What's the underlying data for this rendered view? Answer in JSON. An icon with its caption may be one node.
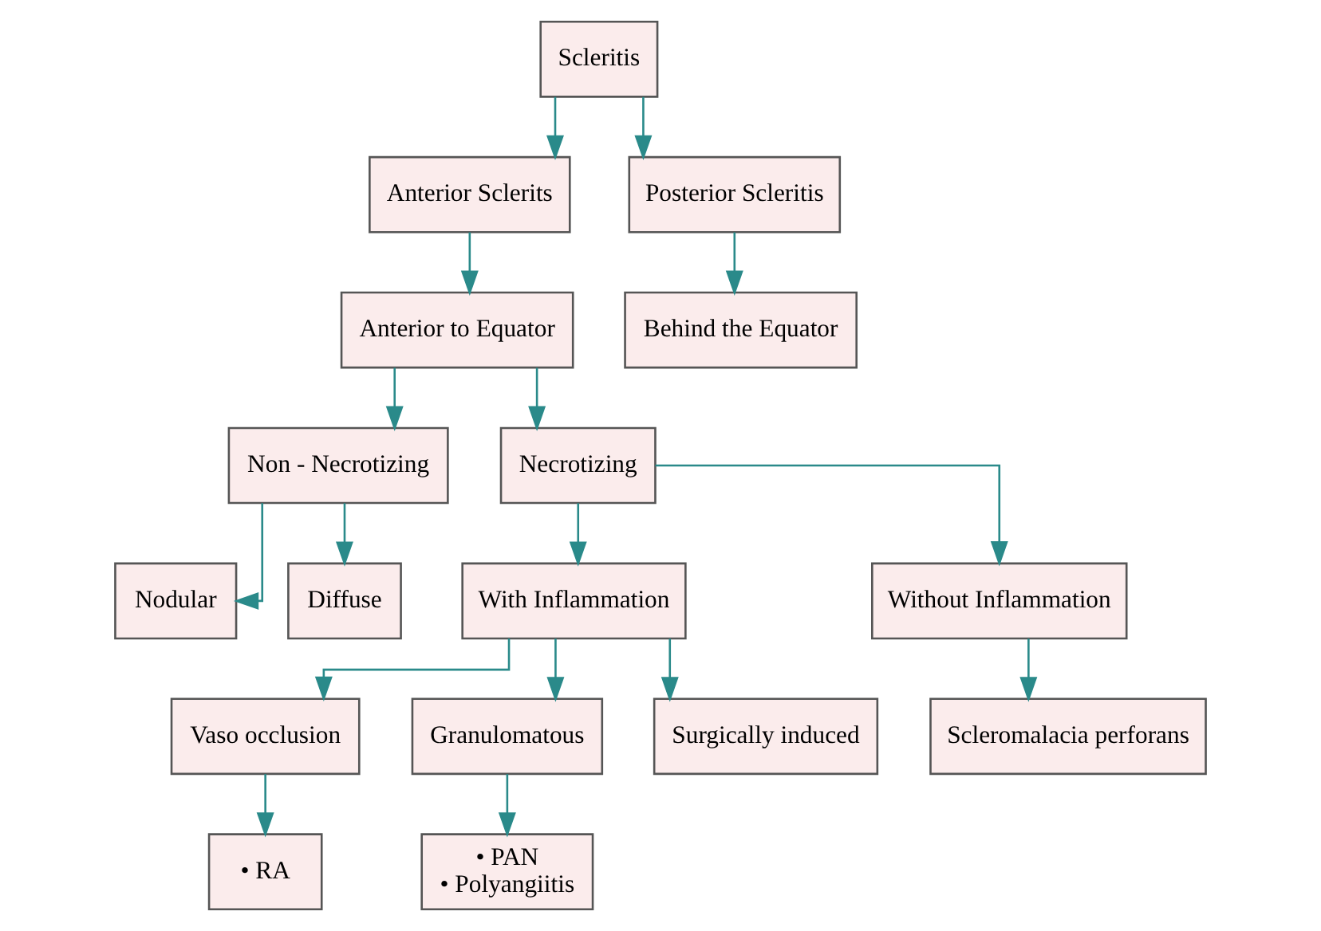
{
  "diagram": {
    "nodes": [
      {
        "text": [
          "Scleritis"
        ]
      },
      {
        "text": [
          "Anterior Sclerits"
        ]
      },
      {
        "text": [
          "Posterior Scleritis"
        ]
      },
      {
        "text": [
          "Anterior to Equator"
        ]
      },
      {
        "text": [
          "Behind the Equator"
        ]
      },
      {
        "text": [
          "Non - Necrotizing"
        ]
      },
      {
        "text": [
          "Necrotizing"
        ]
      },
      {
        "text": [
          "Nodular"
        ]
      },
      {
        "text": [
          "Diffuse"
        ]
      },
      {
        "text": [
          "With Inflammation"
        ]
      },
      {
        "text": [
          "Without Inflammation"
        ]
      },
      {
        "text": [
          "Scleromalacia perforans"
        ]
      },
      {
        "text": [
          "Vaso occlusion"
        ]
      },
      {
        "text": [
          "Granulomatous"
        ]
      },
      {
        "text": [
          "Surgically induced"
        ]
      },
      {
        "text": [
          "• RA"
        ]
      },
      {
        "text": [
          "• PAN",
          "• Polyangiitis"
        ]
      }
    ],
    "edges": [
      {
        "from": 0,
        "to": 1,
        "arrow": "to"
      },
      {
        "from": 0,
        "to": 2,
        "arrow": "to"
      },
      {
        "from": 1,
        "to": 3,
        "arrow": "to"
      },
      {
        "from": 2,
        "to": 4,
        "arrow": "to"
      },
      {
        "from": 3,
        "to": 5,
        "arrow": "to"
      },
      {
        "from": 3,
        "to": 6,
        "arrow": "to"
      },
      {
        "from": 5,
        "to": 7,
        "arrow": "to"
      },
      {
        "from": 5,
        "to": 8,
        "arrow": "to"
      },
      {
        "from": 6,
        "to": 9,
        "arrow": "to"
      },
      {
        "from": 6,
        "to": 10,
        "arrow": "to"
      },
      {
        "from": 10,
        "to": 11,
        "arrow": "to"
      },
      {
        "from": 9,
        "to": 12,
        "arrow": "to"
      },
      {
        "from": 9,
        "to": 13,
        "arrow": "to"
      },
      {
        "from": 9,
        "to": 14,
        "arrow": "to"
      },
      {
        "from": 12,
        "to": 15,
        "arrow": "to"
      },
      {
        "from": 13,
        "to": 16,
        "arrow": "to"
      }
    ]
  }
}
